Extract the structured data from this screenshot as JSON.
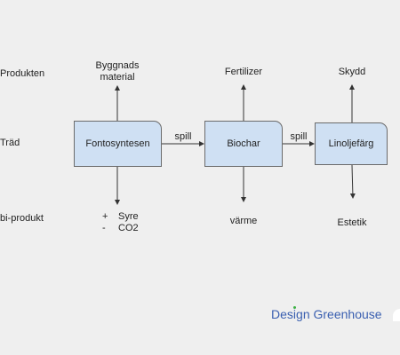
{
  "rows": {
    "top": "Produkten",
    "middle": "Träd",
    "bottom": "bi-produkt"
  },
  "boxes": {
    "fotosyntesen": "Fontosyntesen",
    "biochar": "Biochar",
    "linoljefarg": "Linoljefärg"
  },
  "edges": {
    "spill_1": "spill",
    "spill_2": "spill"
  },
  "products": {
    "byggnadsmaterial_line1": "Byggnads",
    "byggnadsmaterial_line2": "material",
    "fertilizer": "Fertilizer",
    "skydd": "Skydd"
  },
  "byproducts": {
    "syre_mark": "+",
    "syre": "Syre",
    "co2_mark": "-",
    "co2": "CO2",
    "varme": "värme",
    "estetik": "Estetik"
  },
  "brand": {
    "part1": "Des",
    "part2": "i",
    "part3": "gn Greenhouse",
    "dot_color": "#3cb043",
    "text_color": "#3a5fb0"
  },
  "colors": {
    "box_fill": "#cfe0f3",
    "box_border": "#6b6b6b",
    "background": "#efefef"
  }
}
